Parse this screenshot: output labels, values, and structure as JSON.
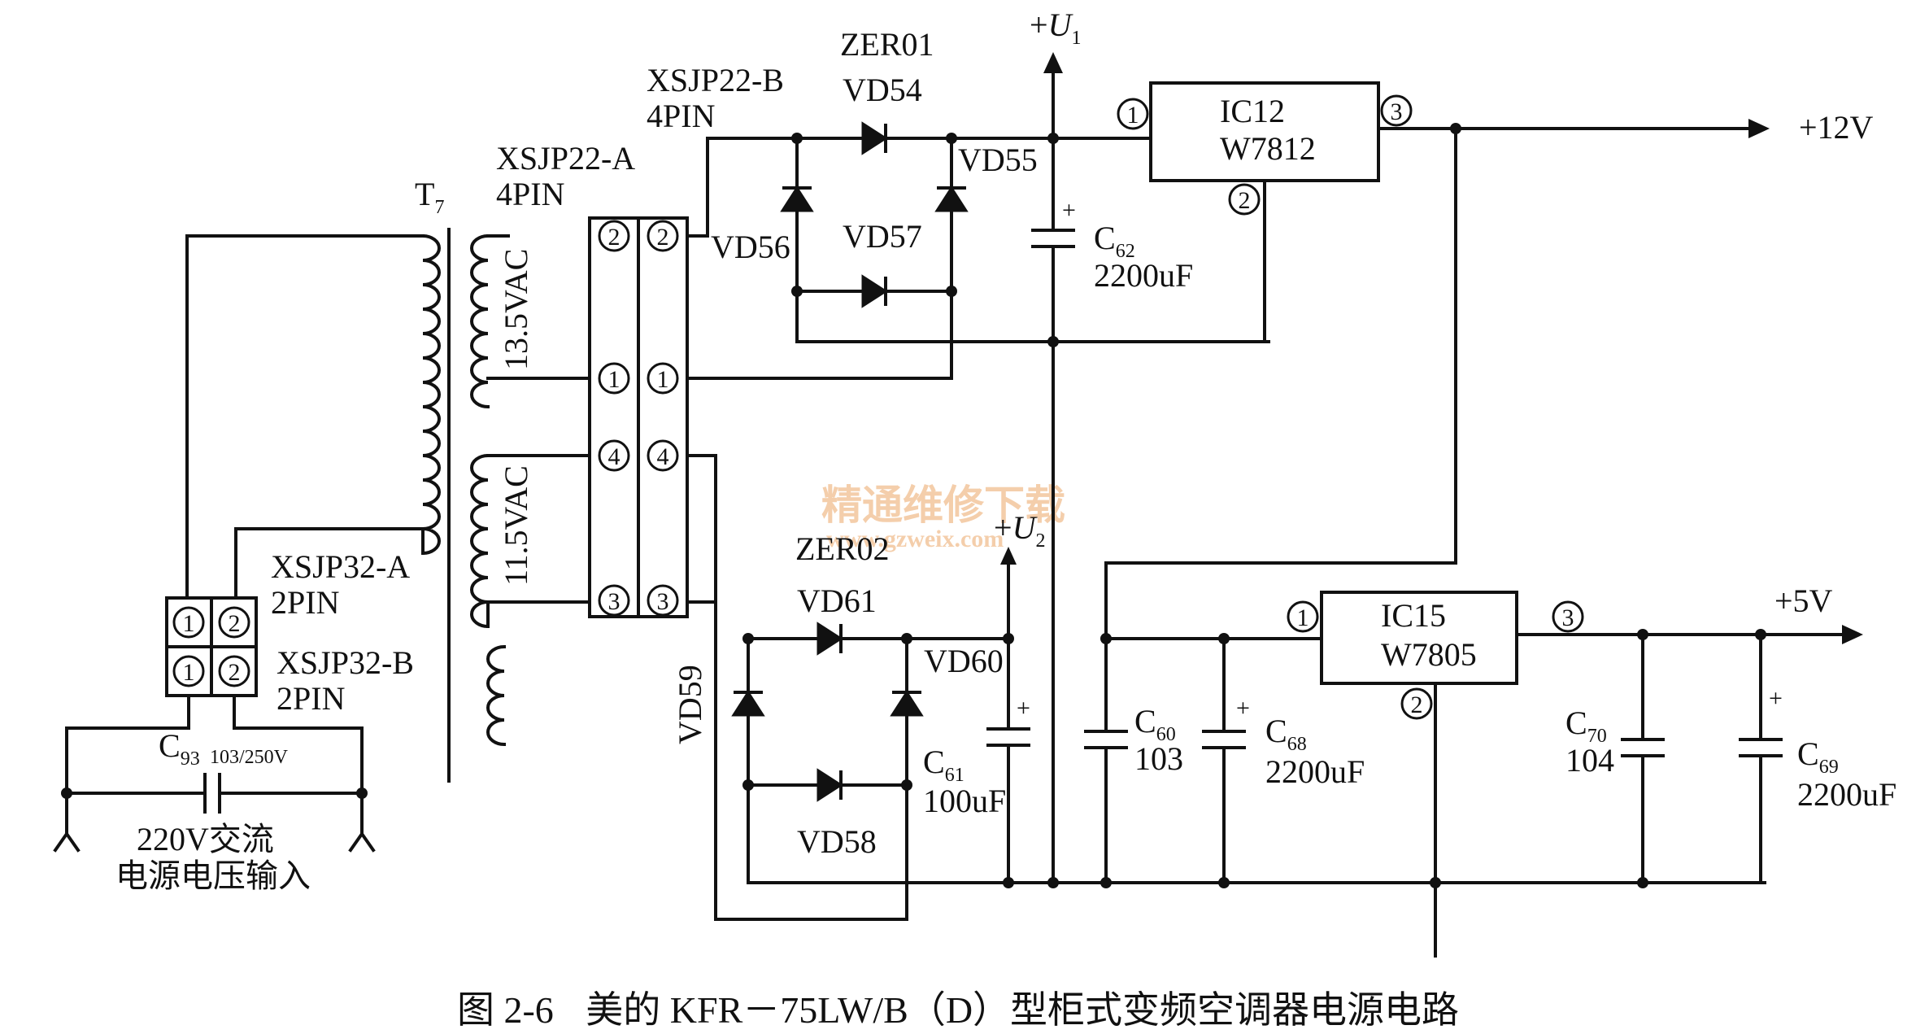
{
  "diagram": {
    "transformer": {
      "label": "T",
      "sub": "7"
    },
    "voltages": {
      "upper": "13.5VAC",
      "lower": "11.5VAC"
    },
    "connectors": {
      "xsjp22a": {
        "name": "XSJP22-A",
        "pins": "4PIN"
      },
      "xsjp22b": {
        "name": "XSJP22-B",
        "pins": "4PIN"
      },
      "xsjp32a": {
        "name": "XSJP32-A",
        "pins": "2PIN"
      },
      "xsjp32b": {
        "name": "XSJP32-B",
        "pins": "2PIN"
      }
    },
    "pin_numbers": {
      "p1": "1",
      "p2": "2",
      "p3": "3",
      "p4": "4"
    },
    "bridges": {
      "upper": {
        "name": "ZER01",
        "diodes": [
          "VD54",
          "VD55",
          "VD56",
          "VD57"
        ]
      },
      "lower": {
        "name": "ZER02",
        "diodes": [
          "VD61",
          "VD60",
          "VD59",
          "VD58"
        ]
      }
    },
    "rails": {
      "u1": {
        "sign": "+",
        "letter": "U",
        "sub": "1"
      },
      "u2": {
        "sign": "+",
        "letter": "U",
        "sub": "2"
      },
      "out12": "+12V",
      "out5": "+5V"
    },
    "regulators": {
      "ic12": {
        "name": "IC12",
        "part": "W7812"
      },
      "ic15": {
        "name": "IC15",
        "part": "W7805"
      }
    },
    "capacitors": {
      "c62": {
        "letter": "C",
        "sub": "62",
        "value": "2200uF"
      },
      "c61": {
        "letter": "C",
        "sub": "61",
        "value": "100uF"
      },
      "c60": {
        "letter": "C",
        "sub": "60",
        "value": "103"
      },
      "c68": {
        "letter": "C",
        "sub": "68",
        "value": "2200uF"
      },
      "c70": {
        "letter": "C",
        "sub": "70",
        "value": "104"
      },
      "c69": {
        "letter": "C",
        "sub": "69",
        "value": "2200uF"
      },
      "c93": {
        "letter": "C",
        "sub": "93",
        "value": "103/250V"
      }
    },
    "polarity_mark": "+",
    "input_label_line1": "220V交流",
    "input_label_line2": "电源电压输入"
  },
  "watermark": {
    "line1": "精通维修下载",
    "line2": "www.gzweix.com"
  },
  "caption": {
    "number": "图 2-6",
    "text": "美的 KFR－75LW/B（D）型柜式变频空调器电源电路"
  },
  "colors": {
    "ink": "#111111",
    "watermark": "#f3c9a2",
    "background": "#ffffff"
  }
}
